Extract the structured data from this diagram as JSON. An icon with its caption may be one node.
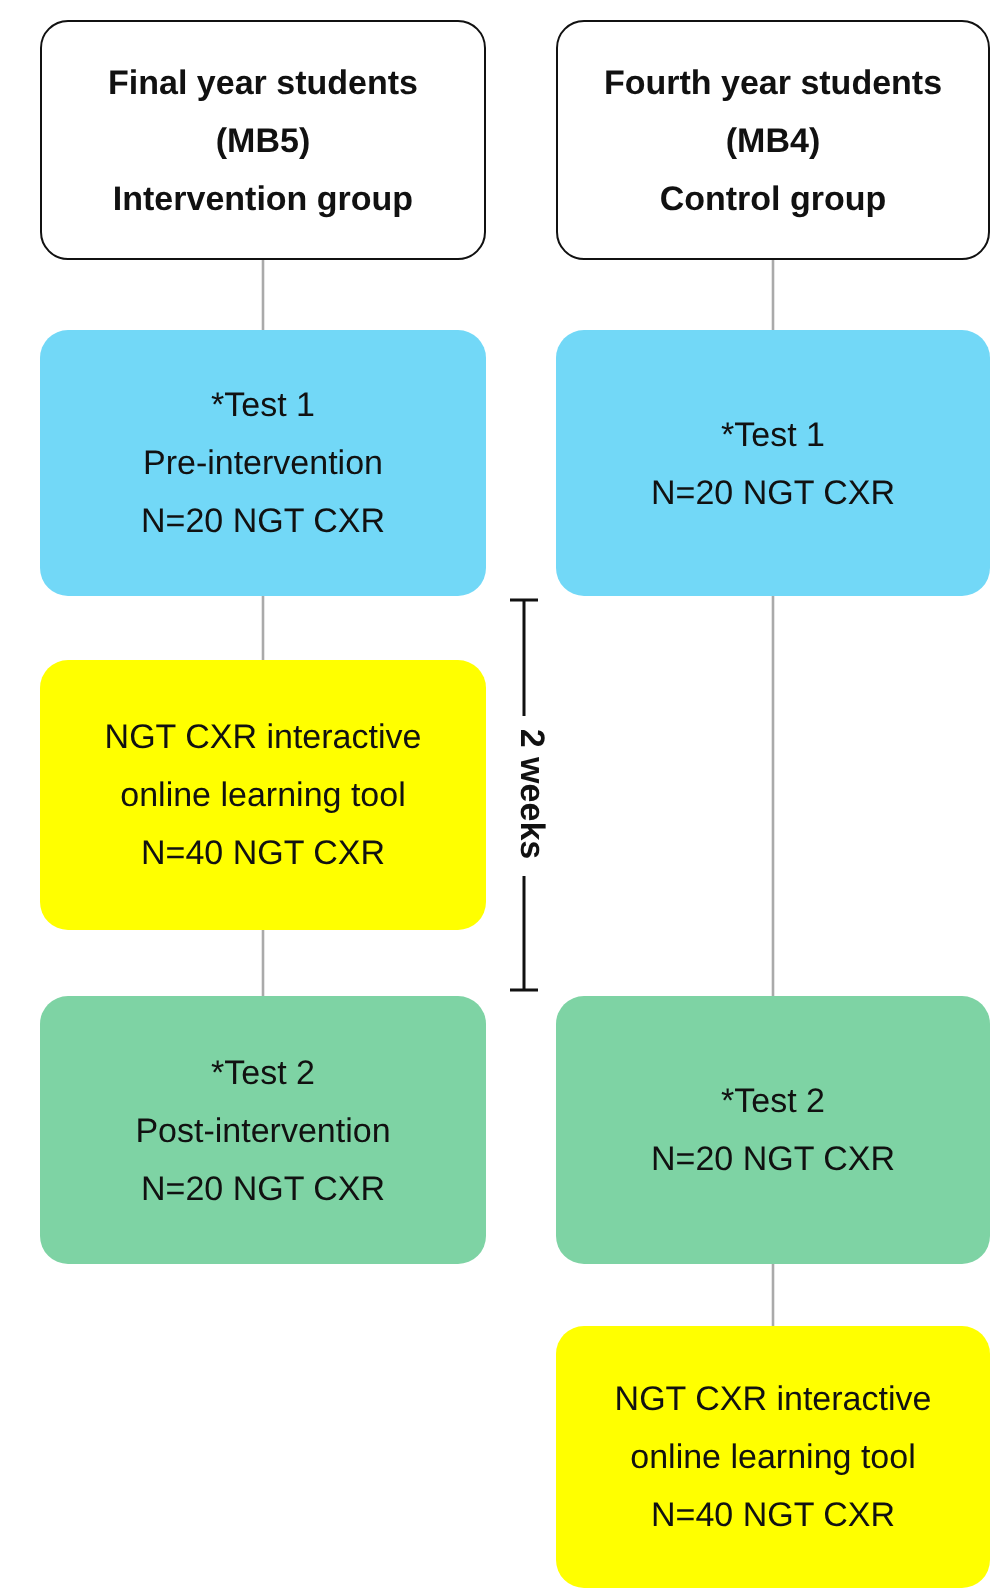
{
  "diagram": {
    "nodes": [
      {
        "text": [
          "Final year students",
          "(MB5)",
          "Intervention group"
        ]
      },
      {
        "text": [
          "Fourth year students",
          "(MB4)",
          "Control group"
        ]
      },
      {
        "text": [
          "*Test 1",
          "Pre-intervention",
          "N=20 NGT CXR"
        ]
      },
      {
        "text": [
          "*Test 1",
          "N=20 NGT CXR"
        ]
      },
      {
        "text": [
          "NGT CXR interactive online learning tool",
          "N=40 NGT CXR"
        ]
      },
      {
        "text": [
          "*Test 2",
          "Post-intervention",
          "N=20 NGT CXR"
        ]
      },
      {
        "text": [
          "*Test 2",
          "N=20 NGT CXR"
        ]
      },
      {
        "text": [
          "NGT CXR interactive online learning tool",
          "N=40 NGT CXR"
        ]
      }
    ],
    "edges": [
      {
        "from": 0,
        "to": 2,
        "arrow": "none"
      },
      {
        "from": 2,
        "to": 4,
        "arrow": "none"
      },
      {
        "from": 4,
        "to": 5,
        "arrow": "none"
      },
      {
        "from": 1,
        "to": 3,
        "arrow": "none"
      },
      {
        "from": 3,
        "to": 6,
        "arrow": "none"
      },
      {
        "from": 6,
        "to": 7,
        "arrow": "none"
      }
    ],
    "labels": [
      "2 weeks"
    ]
  }
}
